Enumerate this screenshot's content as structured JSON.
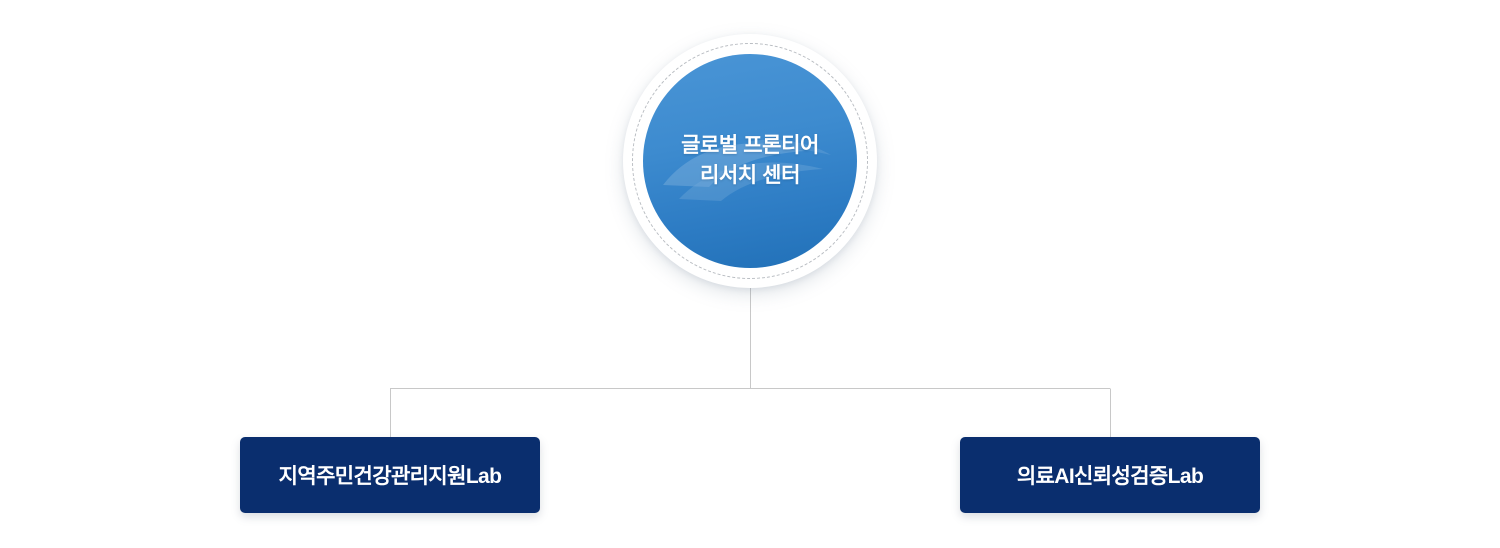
{
  "diagram": {
    "type": "organization-chart",
    "background_color": "#ffffff",
    "connector_color": "#c8c8c8"
  },
  "root": {
    "label": "글로벌 프론티어\n리서치 센터",
    "line1": "글로벌 프론티어",
    "line2": "리서치 센터",
    "shape": "circle",
    "text_color": "#ffffff",
    "gradient_from": "#4a95d6",
    "gradient_to": "#2170b7",
    "ring_color": "#ffffff",
    "dashed_ring_color": "#b9bdc2"
  },
  "children": [
    {
      "label": "지역주민건강관리지원Lab",
      "shape": "rounded-rectangle",
      "background_color": "#0a2e6e",
      "text_color": "#ffffff"
    },
    {
      "label": "의료AI신뢰성검증Lab",
      "shape": "rounded-rectangle",
      "background_color": "#0a2e6e",
      "text_color": "#ffffff"
    }
  ]
}
